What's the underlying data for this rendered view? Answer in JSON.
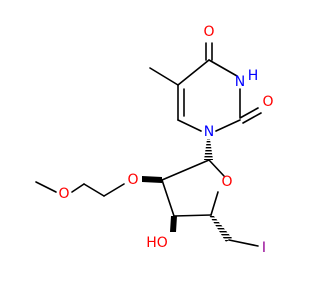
{
  "colors": {
    "bond": "#000000",
    "carbon": "#000000",
    "oxygen": "#ff0000",
    "nitrogen": "#0000ff",
    "iodine": "#940094"
  },
  "atoms": {
    "o_top": "O",
    "h_nh": "H",
    "n3": "N",
    "o_c2": "O",
    "n1": "N",
    "o_ether": "O",
    "o_methoxy": "O",
    "o_ring": "O",
    "o_hydroxyl": "HO",
    "iodine": "I"
  }
}
